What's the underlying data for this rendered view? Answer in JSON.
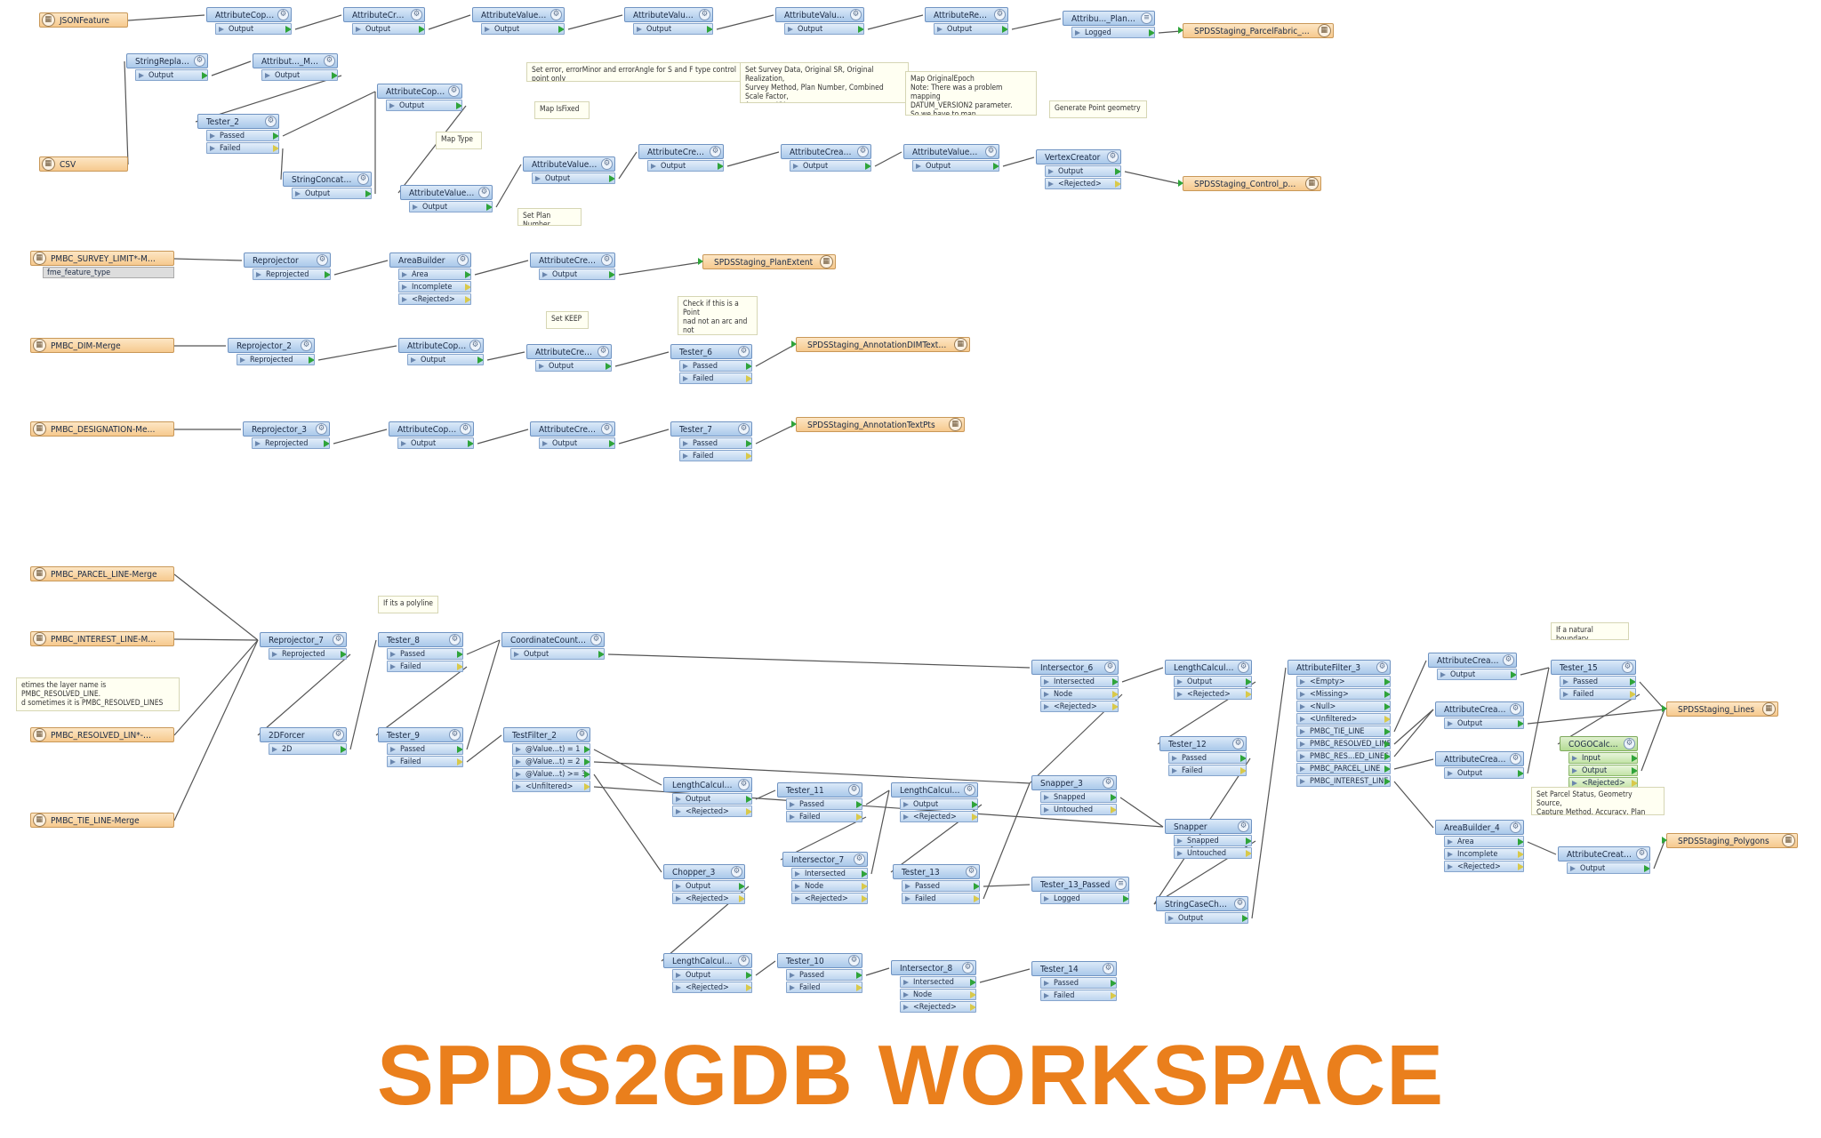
{
  "title": "SPDS2GDB WORKSPACE",
  "colors": {
    "title": "#ea7f1c",
    "transformer": "#a9c8ea",
    "feature_type": "#f6c98e",
    "link": "#555555"
  },
  "nodes": [
    {
      "id": "r1",
      "kind": "reader",
      "label": "JSONFeature",
      "ports": []
    },
    {
      "id": "t1",
      "kind": "t",
      "label": "AttributeCopier_4",
      "ports": [
        "Output"
      ]
    },
    {
      "id": "t2",
      "kind": "t",
      "label": "AttributeCreator",
      "ports": [
        "Output"
      ]
    },
    {
      "id": "t3",
      "kind": "t",
      "label": "AttributeValueMapper_4",
      "ports": [
        "Output"
      ]
    },
    {
      "id": "t4",
      "kind": "t",
      "label": "AttributeValueMapper_5",
      "ports": [
        "Output"
      ]
    },
    {
      "id": "t5",
      "kind": "t",
      "label": "AttributeValueMapper_6",
      "ports": [
        "Output"
      ]
    },
    {
      "id": "t6",
      "kind": "t",
      "label": "AttributeRemover",
      "ports": [
        "Output"
      ]
    },
    {
      "id": "t7",
      "kind": "t",
      "label": "Attribu..._Plans00",
      "ports": [
        "Logged"
      ],
      "icon": "list"
    },
    {
      "id": "w1",
      "kind": "writer",
      "label": "SPDSStaging_ParcelFabric_Plans"
    },
    {
      "id": "t8",
      "kind": "t",
      "label": "StringReplacer",
      "ports": [
        "Output"
      ]
    },
    {
      "id": "t9",
      "kind": "t",
      "label": "Attribut..._Mapper_7",
      "ports": [
        "Output"
      ]
    },
    {
      "id": "t10",
      "kind": "t",
      "label": "AttributeCopier_3",
      "ports": [
        "Output"
      ]
    },
    {
      "id": "t11",
      "kind": "t",
      "label": "Tester_2",
      "ports": [
        "Passed",
        "Failed"
      ]
    },
    {
      "id": "r2",
      "kind": "reader",
      "label": "CSV",
      "ports": []
    },
    {
      "id": "t12",
      "kind": "t",
      "label": "StringConcatenator",
      "ports": [
        "Output"
      ]
    },
    {
      "id": "t13",
      "kind": "t",
      "label": "AttributeValueMapper_3",
      "ports": [
        "Output"
      ]
    },
    {
      "id": "t14",
      "kind": "t",
      "label": "AttributeValueMapper",
      "ports": [
        "Output"
      ]
    },
    {
      "id": "t15",
      "kind": "t",
      "label": "AttributeCreator_4",
      "ports": [
        "Output"
      ]
    },
    {
      "id": "t16",
      "kind": "t",
      "label": "AttributeCreator_9",
      "ports": [
        "Output"
      ]
    },
    {
      "id": "t17",
      "kind": "t",
      "label": "AttributeValueMapper_2",
      "ports": [
        "Output"
      ]
    },
    {
      "id": "t18",
      "kind": "t",
      "label": "VertexCreator",
      "ports": [
        "Output",
        "<Rejected>"
      ]
    },
    {
      "id": "w2",
      "kind": "writer",
      "label": "SPDSStaging_Control_point"
    },
    {
      "id": "r3",
      "kind": "reader",
      "label": "PMBC_SURVEY_LIMIT*-Merge",
      "ports": [],
      "extra": "fme_feature_type"
    },
    {
      "id": "t19",
      "kind": "t",
      "label": "Reprojector",
      "ports": [
        "Reprojected"
      ]
    },
    {
      "id": "t20",
      "kind": "t",
      "label": "AreaBuilder",
      "ports": [
        "Area",
        "Incomplete",
        "<Rejected>"
      ]
    },
    {
      "id": "t21",
      "kind": "t",
      "label": "AttributeCreator_8",
      "ports": [
        "Output"
      ]
    },
    {
      "id": "w3",
      "kind": "writer",
      "label": "SPDSStaging_PlanExtent"
    },
    {
      "id": "r4",
      "kind": "reader",
      "label": "PMBC_DIM-Merge",
      "ports": []
    },
    {
      "id": "t22",
      "kind": "t",
      "label": "Reprojector_2",
      "ports": [
        "Reprojected"
      ]
    },
    {
      "id": "t23",
      "kind": "t",
      "label": "AttributeCopier",
      "ports": [
        "Output"
      ]
    },
    {
      "id": "t24",
      "kind": "t",
      "label": "AttributeCreator_2",
      "ports": [
        "Output"
      ]
    },
    {
      "id": "t25",
      "kind": "t",
      "label": "Tester_6",
      "ports": [
        "Passed",
        "Failed"
      ]
    },
    {
      "id": "w4",
      "kind": "writer",
      "label": "SPDSStaging_AnnotationDIMTextPts"
    },
    {
      "id": "r5",
      "kind": "reader",
      "label": "PMBC_DESIGNATION-Merge",
      "ports": []
    },
    {
      "id": "t26",
      "kind": "t",
      "label": "Reprojector_3",
      "ports": [
        "Reprojected"
      ]
    },
    {
      "id": "t27",
      "kind": "t",
      "label": "AttributeCopier_2",
      "ports": [
        "Output"
      ]
    },
    {
      "id": "t28",
      "kind": "t",
      "label": "AttributeCreator_3",
      "ports": [
        "Output"
      ]
    },
    {
      "id": "t29",
      "kind": "t",
      "label": "Tester_7",
      "ports": [
        "Passed",
        "Failed"
      ]
    },
    {
      "id": "w5",
      "kind": "writer",
      "label": "SPDSStaging_AnnotationTextPts"
    },
    {
      "id": "r6",
      "kind": "reader",
      "label": "PMBC_PARCEL_LINE-Merge",
      "ports": []
    },
    {
      "id": "r7",
      "kind": "reader",
      "label": "PMBC_INTEREST_LINE-Merge",
      "ports": []
    },
    {
      "id": "r8",
      "kind": "reader",
      "label": "PMBC_RESOLVED_LIN*-Merge",
      "ports": []
    },
    {
      "id": "r9",
      "kind": "reader",
      "label": "PMBC_TIE_LINE-Merge",
      "ports": []
    },
    {
      "id": "t30",
      "kind": "t",
      "label": "Reprojector_7",
      "ports": [
        "Reprojected"
      ]
    },
    {
      "id": "t31",
      "kind": "t",
      "label": "2DForcer",
      "ports": [
        "2D"
      ]
    },
    {
      "id": "t32",
      "kind": "t",
      "label": "Tester_8",
      "ports": [
        "Passed",
        "Failed"
      ]
    },
    {
      "id": "t33",
      "kind": "t",
      "label": "Tester_9",
      "ports": [
        "Passed",
        "Failed"
      ]
    },
    {
      "id": "t34",
      "kind": "t",
      "label": "CoordinateCounter_2",
      "ports": [
        "Output"
      ]
    },
    {
      "id": "t35",
      "kind": "t",
      "label": "TestFilter_2",
      "ports": [
        "@Value...t) = 1",
        "@Value...t) = 2",
        "@Value...t) >= 3",
        "<Unfiltered>"
      ]
    },
    {
      "id": "t36",
      "kind": "t",
      "label": "LengthCalculator_7",
      "ports": [
        "Output",
        "<Rejected>"
      ]
    },
    {
      "id": "t37",
      "kind": "t",
      "label": "Chopper_3",
      "ports": [
        "Output",
        "<Rejected>"
      ]
    },
    {
      "id": "t38",
      "kind": "t",
      "label": "LengthCalculator_4",
      "ports": [
        "Output",
        "<Rejected>"
      ]
    },
    {
      "id": "t39",
      "kind": "t",
      "label": "Tester_11",
      "ports": [
        "Passed",
        "Failed"
      ]
    },
    {
      "id": "t40",
      "kind": "t",
      "label": "Intersector_7",
      "ports": [
        "Intersected",
        "Node",
        "<Rejected>"
      ]
    },
    {
      "id": "t41",
      "kind": "t",
      "label": "Tester_10",
      "ports": [
        "Passed",
        "Failed"
      ]
    },
    {
      "id": "t42",
      "kind": "t",
      "label": "LengthCalculator_2",
      "ports": [
        "Output",
        "<Rejected>"
      ]
    },
    {
      "id": "t43",
      "kind": "t",
      "label": "Tester_13",
      "ports": [
        "Passed",
        "Failed"
      ]
    },
    {
      "id": "t44",
      "kind": "t",
      "label": "Intersector_8",
      "ports": [
        "Intersected",
        "Node",
        "<Rejected>"
      ]
    },
    {
      "id": "t45",
      "kind": "t",
      "label": "Intersector_6",
      "ports": [
        "Intersected",
        "Node",
        "<Rejected>"
      ]
    },
    {
      "id": "t46",
      "kind": "t",
      "label": "Snapper_3",
      "ports": [
        "Snapped",
        "Untouched"
      ]
    },
    {
      "id": "t47",
      "kind": "t",
      "label": "Tester_13_Passed",
      "ports": [
        "Logged"
      ],
      "icon": "list"
    },
    {
      "id": "t48",
      "kind": "t",
      "label": "Tester_14",
      "ports": [
        "Passed",
        "Failed"
      ]
    },
    {
      "id": "t49",
      "kind": "t",
      "label": "LengthCalculator_5",
      "ports": [
        "Output",
        "<Rejected>"
      ]
    },
    {
      "id": "t50",
      "kind": "t",
      "label": "Tester_12",
      "ports": [
        "Passed",
        "Failed"
      ]
    },
    {
      "id": "t51",
      "kind": "t",
      "label": "Snapper",
      "ports": [
        "Snapped",
        "Untouched"
      ]
    },
    {
      "id": "t52",
      "kind": "t",
      "label": "StringCaseChanger",
      "ports": [
        "Output"
      ]
    },
    {
      "id": "t53",
      "kind": "t",
      "label": "AttributeFilter_3",
      "ports": [
        "<Empty>",
        "<Missing>",
        "<Null>",
        "<Unfiltered>",
        "PMBC_TIE_LINE",
        "PMBC_RESOLVED_LINE",
        "PMBC_RES...ED_LINES",
        "PMBC_PARCEL_LINE",
        "PMBC_INTEREST_LINE"
      ]
    },
    {
      "id": "t54",
      "kind": "t",
      "label": "AttributeCreator_11",
      "ports": [
        "Output"
      ]
    },
    {
      "id": "t55",
      "kind": "t",
      "label": "AttributeCreator_12",
      "ports": [
        "Output"
      ]
    },
    {
      "id": "t56",
      "kind": "t",
      "label": "AttributeCreator_13",
      "ports": [
        "Output"
      ]
    },
    {
      "id": "t57",
      "kind": "t",
      "label": "AreaBuilder_4",
      "ports": [
        "Area",
        "Incomplete",
        "<Rejected>"
      ]
    },
    {
      "id": "t58",
      "kind": "t",
      "label": "Tester_15",
      "ports": [
        "Passed",
        "Failed"
      ]
    },
    {
      "id": "t59",
      "kind": "green",
      "label": "COGOCalculator_2",
      "ports": [
        "Input",
        "Output",
        "<Rejected>"
      ]
    },
    {
      "id": "t60",
      "kind": "t",
      "label": "AttributeCreator_10",
      "ports": [
        "Output"
      ]
    },
    {
      "id": "w6",
      "kind": "writer",
      "label": "SPDSStaging_Lines"
    },
    {
      "id": "w7",
      "kind": "writer",
      "label": "SPDSStaging_Polygons"
    }
  ],
  "notes": [
    {
      "id": "n1",
      "text": "Set error, errorMinor and errorAngle for S and F type control point only"
    },
    {
      "id": "n2",
      "text": "Set Survey Data, Original SR, Original Realization,\nSurvey Method, Plan Number, Combined Scale Factor,\nAccuracyXY"
    },
    {
      "id": "n3",
      "text": "Map OriginalEpoch\nNote: There was a problem mapping\nDATUM_VERSION2 parameter.\nSo we have to map OriginalRealization"
    },
    {
      "id": "n4",
      "text": "Generate Point geometry"
    },
    {
      "id": "n5",
      "text": "Map IsFixed"
    },
    {
      "id": "n6",
      "text": "Map Type"
    },
    {
      "id": "n7",
      "text": "Set Plan Number"
    },
    {
      "id": "n8",
      "text": "Set KEEP"
    },
    {
      "id": "n9",
      "text": "Check if this is a Point\nnad not an arc and not\na ellipse"
    },
    {
      "id": "n10",
      "text": "If its a polyline"
    },
    {
      "id": "n11",
      "text": "etimes the layer name is PMBC_RESOLVED_LINE.\nd sometimes it is PMBC_RESOLVED_LINES"
    },
    {
      "id": "n12",
      "text": "If a natural boundary"
    },
    {
      "id": "n13",
      "text": "Set Parcel Status, Geometry Source,\nCapture Method, Accuracy, Plan Name"
    }
  ]
}
